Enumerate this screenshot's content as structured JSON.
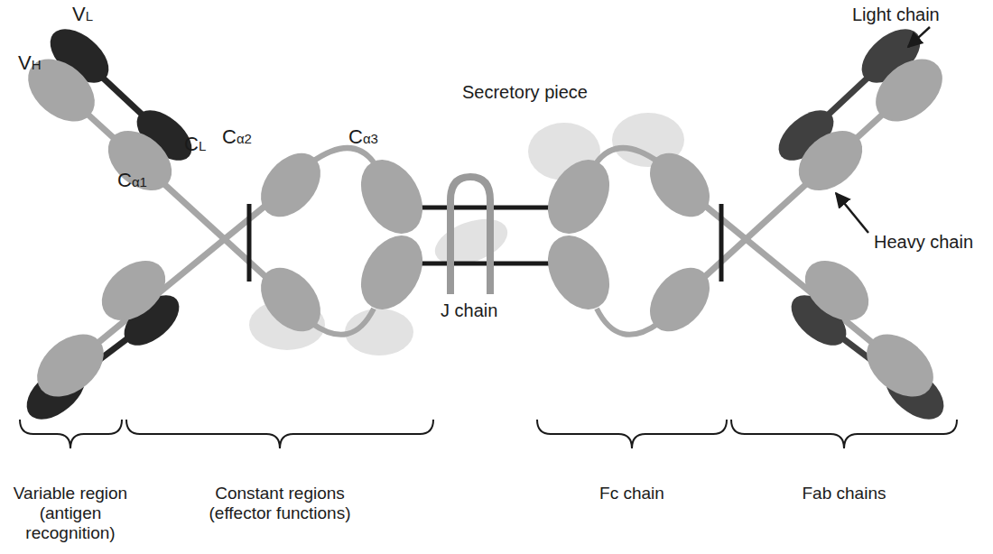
{
  "diagram": {
    "labels": [
      "VL",
      "VH",
      "CL",
      "Cα1",
      "Cα2",
      "Cα3",
      "Secretory piece",
      "Light chain",
      "Heavy chain",
      "J chain",
      "Variable region (antigen recognition)",
      "Constant regions (effector functions)",
      "Fc chain",
      "Fab chains"
    ]
  }
}
